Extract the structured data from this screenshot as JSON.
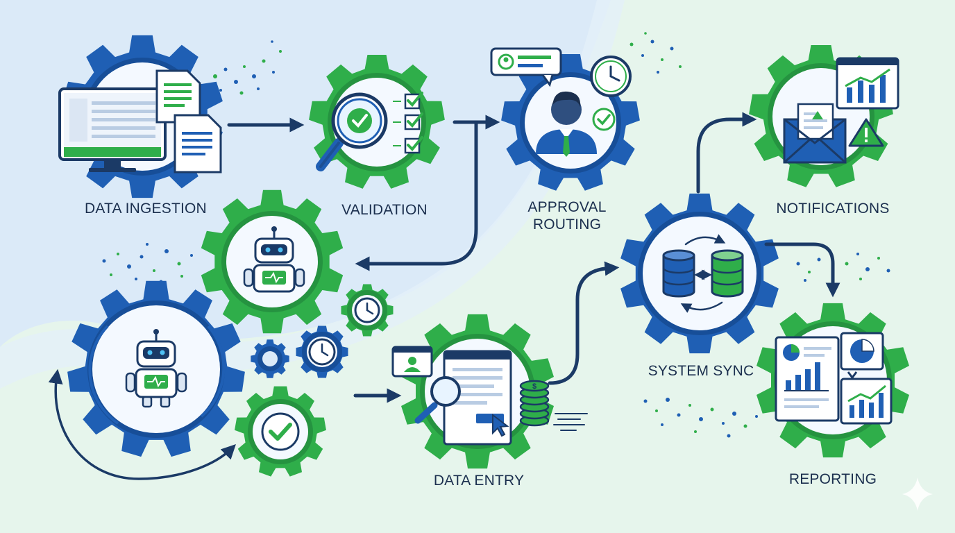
{
  "stages": {
    "data_ingestion": "DATA INGESTION",
    "validation": "VALIDATION",
    "approval_routing": [
      "APPROVAL",
      "ROUTING"
    ],
    "notifications": "NOTIFICATIONS",
    "system_sync": "SYSTEM SYNC",
    "data_entry": "DATA ENTRY",
    "reporting": "REPORTING"
  },
  "colors": {
    "blue": "#1f5fb4",
    "green": "#2fae4a",
    "navy": "#1b3a66",
    "light_blue_panel": "#dcebf8",
    "light_green_bg": "#e8f6ee"
  },
  "icons": [
    "monitor-icon",
    "document-icon",
    "magnifier-icon",
    "checklist-icon",
    "chat-bubble-icon",
    "clock-icon",
    "businessman-icon",
    "check-badge-icon",
    "bar-chart-icon",
    "envelope-icon",
    "warning-icon",
    "robot-icon",
    "database-icon",
    "sync-arrows-icon",
    "form-icon",
    "profile-card-icon",
    "cursor-icon",
    "coin-stack-icon",
    "pie-chart-icon",
    "report-icon",
    "sparkle-icon"
  ]
}
